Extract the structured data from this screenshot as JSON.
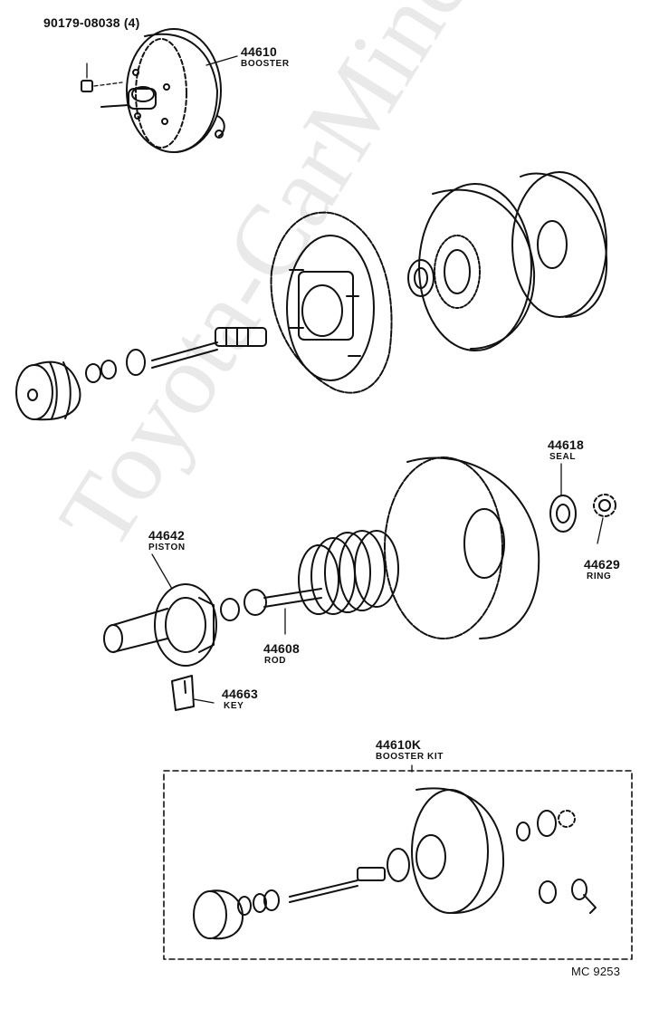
{
  "watermark": "Toyota-CarMiner.ru",
  "labels": {
    "bolt": {
      "part_no": "90179-08038 (4)"
    },
    "booster": {
      "part_no": "44610",
      "name": "BOOSTER"
    },
    "seal": {
      "part_no": "44618",
      "name": "SEAL"
    },
    "ring": {
      "part_no": "44629",
      "name": "RING"
    },
    "piston": {
      "part_no": "44642",
      "name": "PISTON"
    },
    "rod": {
      "part_no": "44608",
      "name": "ROD"
    },
    "key": {
      "part_no": "44663",
      "name": "KEY"
    },
    "booster_kit": {
      "part_no": "44610K",
      "name": "BOOSTER KIT"
    }
  },
  "diagram_code": "MC 9253",
  "colors": {
    "line": "#111111",
    "watermark": "#e9e9e9",
    "background": "#ffffff"
  }
}
